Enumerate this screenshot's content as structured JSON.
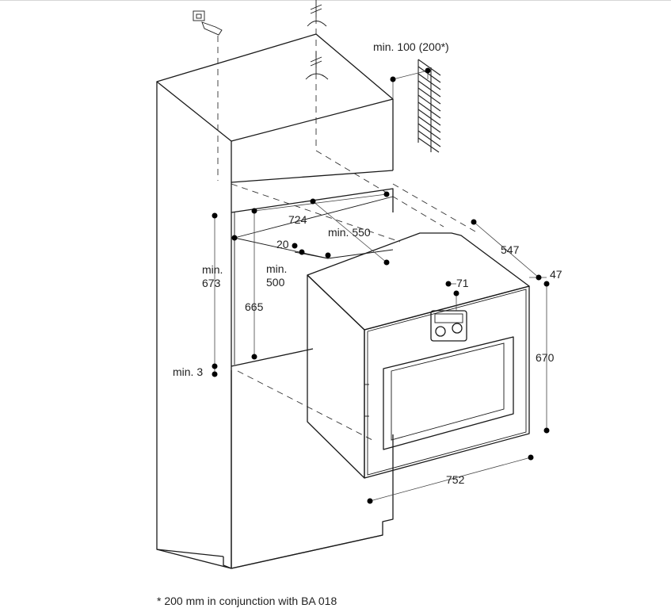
{
  "dimensions": {
    "top_clearance": "min. 100 (200*)",
    "width_724": "724",
    "depth_min_550": "min. 550",
    "gap_20": "20",
    "min_500_a": "min.",
    "min_500_b": "500",
    "min_673_a": "min.",
    "min_673_b": "673",
    "height_665": "665",
    "min_3": "min. 3",
    "depth_547": "547",
    "front_47": "47",
    "panel_71": "71",
    "height_670": "670",
    "width_752": "752"
  },
  "footnote": "* 200 mm in conjunction with BA 018"
}
